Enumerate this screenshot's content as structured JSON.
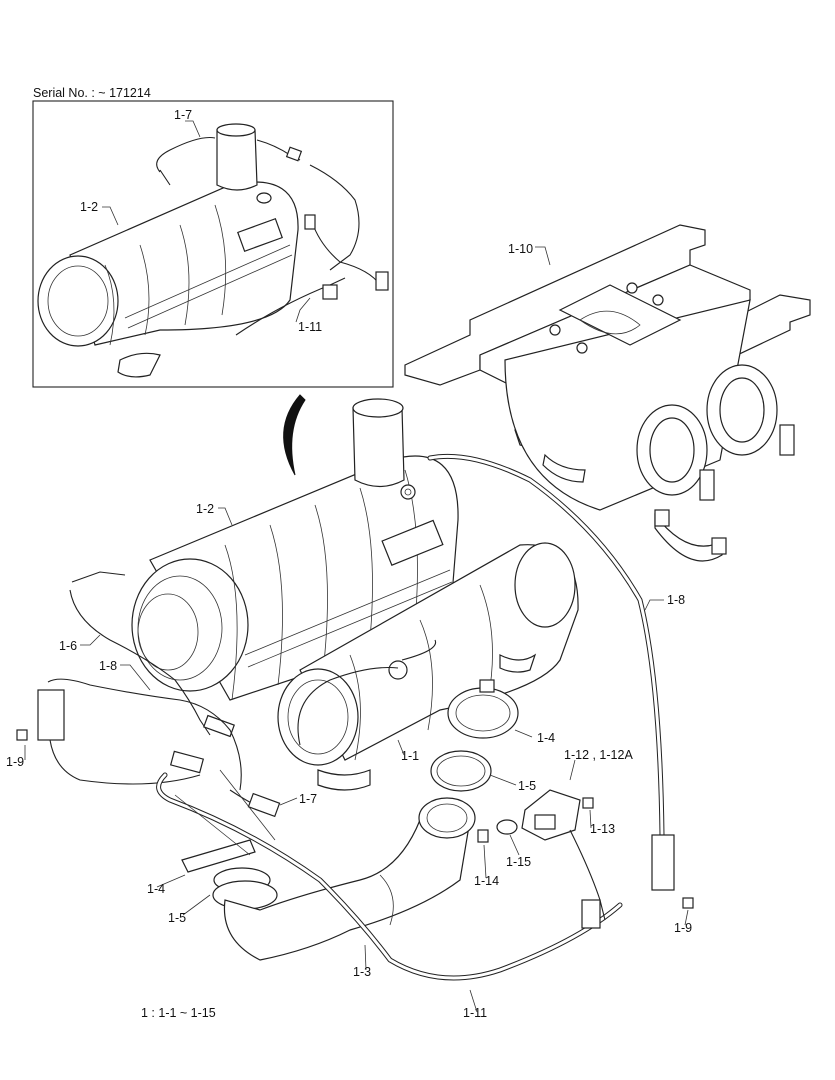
{
  "serial_note": "Serial No. : ~ 171214",
  "legend": "1  : 1-1 ~ 1-15",
  "callouts": {
    "inset_1_7": "1-7",
    "inset_1_2": "1-2",
    "inset_1_11": "1-11",
    "main_1_10": "1-10",
    "main_1_2": "1-2",
    "main_1_8_right": "1-8",
    "main_1_6": "1-6",
    "main_1_8_left": "1-8",
    "main_1_9_left": "1-9",
    "main_1_4_right": "1-4",
    "main_1_12": "1-12 , 1-12A",
    "main_1_1": "1-1",
    "main_1_5_right": "1-5",
    "main_1_7": "1-7",
    "main_1_13": "1-13",
    "main_1_15": "1-15",
    "main_1_14": "1-14",
    "main_1_4_left": "1-4",
    "main_1_5_left": "1-5",
    "main_1_9_right": "1-9",
    "main_1_3": "1-3",
    "main_1_11": "1-11"
  }
}
